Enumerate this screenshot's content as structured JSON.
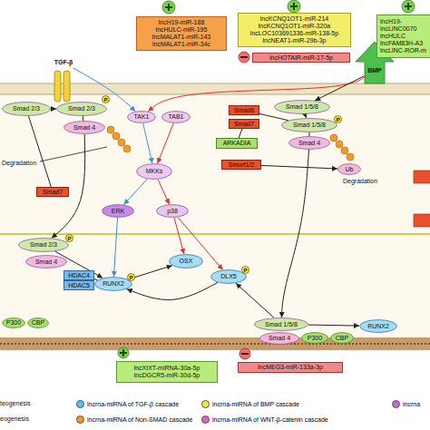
{
  "diagram": {
    "nodes": [
      {
        "text": [
          "lncH19-miR-188",
          "lncHULC-miR-195",
          "lncMALAT1-miR-143",
          "lncMALAT1-miR-34c"
        ]
      },
      {
        "text": [
          "lncKCNQ1OT1-miR-214",
          "lncKCNQ1OT1-miR-320a",
          "lncLOC103691336-miR-138-5p",
          "lncNEAT1-miR-29b-3p"
        ]
      },
      {
        "text": [
          "lncHOTAIR-miR-17-5p"
        ]
      },
      {
        "text": [
          "lncH19-",
          "lncLINC0070",
          "lncHULC",
          "lncFAM83H-A3",
          "lncLINC-ROR-m"
        ]
      },
      {
        "text": [
          "TGF-β"
        ]
      },
      {
        "text": [
          "BMP"
        ]
      },
      {
        "text": [
          "Smad 2/3"
        ]
      },
      {
        "text": [
          "Smad 2/3"
        ]
      },
      {
        "text": [
          "Smad 4"
        ]
      },
      {
        "text": [
          "TAK1"
        ]
      },
      {
        "text": [
          "TAB1"
        ]
      },
      {
        "text": [
          "Smad6"
        ]
      },
      {
        "text": [
          "Smad7"
        ]
      },
      {
        "text": [
          "Smad 1/5/8"
        ]
      },
      {
        "text": [
          "Smad 1/5/8"
        ]
      },
      {
        "text": [
          "Smad 4"
        ]
      },
      {
        "text": [
          "ARKADIA"
        ]
      },
      {
        "text": [
          "Smurf1/2"
        ]
      },
      {
        "text": [
          "MKKs"
        ]
      },
      {
        "text": [
          "Ub"
        ]
      },
      {
        "text": [
          "Smad7"
        ]
      },
      {
        "text": [
          "ERK"
        ]
      },
      {
        "text": [
          "p38"
        ]
      },
      {
        "text": [
          "Smad 2/3"
        ]
      },
      {
        "text": [
          "Smad 4"
        ]
      },
      {
        "text": [
          "HDAC4"
        ]
      },
      {
        "text": [
          "HDAC5"
        ]
      },
      {
        "text": [
          "OSX"
        ]
      },
      {
        "text": [
          "RUNX2"
        ]
      },
      {
        "text": [
          "DLX5"
        ]
      },
      {
        "text": [
          "P300"
        ]
      },
      {
        "text": [
          "CBP"
        ]
      },
      {
        "text": [
          "Smad 1/5/8"
        ]
      },
      {
        "text": [
          "Smad 4"
        ]
      },
      {
        "text": [
          "P300"
        ]
      },
      {
        "text": [
          "CBP"
        ]
      },
      {
        "text": [
          "RUNX2"
        ]
      },
      {
        "text": [
          "lncXIXT-miRNA-30a-5p",
          "lncDGCR5-miR-30d-5p"
        ]
      },
      {
        "text": [
          "lncMEG3-miR-133a-3p"
        ]
      }
    ],
    "edges": [
      {
        "from": 6,
        "to": 7,
        "arrow": "to"
      },
      {
        "from": 7,
        "to": 8,
        "arrow": "none"
      },
      {
        "from": 8,
        "to": 23,
        "arrow": "to"
      },
      {
        "from": 4,
        "to": 9,
        "arrow": "to"
      },
      {
        "from": 5,
        "to": 9,
        "arrow": "to"
      },
      {
        "from": 9,
        "to": 18,
        "arrow": "to"
      },
      {
        "from": 10,
        "to": 18,
        "arrow": "to"
      },
      {
        "from": 18,
        "to": 21,
        "arrow": "to"
      },
      {
        "from": 18,
        "to": 22,
        "arrow": "to"
      },
      {
        "from": 21,
        "to": 28,
        "arrow": "to"
      },
      {
        "from": 22,
        "to": 27,
        "arrow": "to"
      },
      {
        "from": 22,
        "to": 29,
        "arrow": "to"
      },
      {
        "from": 28,
        "to": 27,
        "arrow": "to"
      },
      {
        "from": 29,
        "to": 28,
        "arrow": "to"
      },
      {
        "from": 23,
        "to": 28,
        "arrow": "to"
      },
      {
        "from": 5,
        "to": 13,
        "arrow": "to"
      },
      {
        "from": 13,
        "to": 14,
        "arrow": "to"
      },
      {
        "from": 14,
        "to": 15,
        "arrow": "none"
      },
      {
        "from": 15,
        "to": 32,
        "arrow": "to"
      },
      {
        "from": 32,
        "to": 29,
        "arrow": "to"
      },
      {
        "from": 32,
        "to": 36,
        "arrow": "to"
      },
      {
        "from": 11,
        "to": 14,
        "arrow": "none"
      },
      {
        "from": 16,
        "to": 12,
        "arrow": "none"
      },
      {
        "from": 17,
        "to": 19,
        "arrow": "to"
      },
      {
        "from": 20,
        "to": 6,
        "arrow": "none"
      },
      {
        "from": 25,
        "to": 28,
        "arrow": "none"
      }
    ],
    "labels": [
      "P",
      "P",
      "Degradation",
      "Degradation",
      "P",
      "P",
      "P",
      "teogenesis",
      "eogenesis"
    ],
    "legend": [
      {
        "text": "lncrna-miRNA of TGF-β cascade",
        "color": "#4ec3f0"
      },
      {
        "text": "lncrna-miRNA of BMP cascade",
        "color": "#f2ea3a"
      },
      {
        "text": "lncrna",
        "color": "#cc66dd"
      },
      {
        "text": "lncrna-miRNA of Non-SMAD cascade",
        "color": "#f39432"
      },
      {
        "text": "lncrna-miRNA of WNT-β-catenin cascade",
        "color": "#e060c0"
      }
    ]
  }
}
